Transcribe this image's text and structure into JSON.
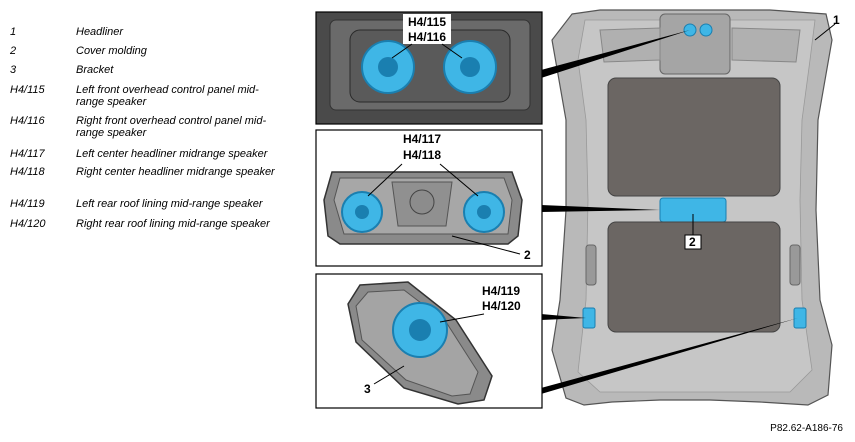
{
  "legend": [
    {
      "code": "1",
      "desc": "Headliner"
    },
    {
      "code": "2",
      "desc": "Cover molding"
    },
    {
      "code": "3",
      "desc": "Bracket"
    },
    {
      "code": "H4/115",
      "desc": "Left front overhead control panel mid-range speaker"
    },
    {
      "code": "H4/116",
      "desc": "Right front overhead control panel mid-range speaker"
    },
    {
      "code": "H4/117",
      "desc": "Left center headliner midrange speaker"
    },
    {
      "code": "H4/118",
      "desc": "Right center headliner midrange speaker"
    },
    {
      "code": "H4/119",
      "desc": "Left rear roof lining mid-range speaker"
    },
    {
      "code": "H4/120",
      "desc": "Right rear roof lining mid-range speaker"
    }
  ],
  "callouts": {
    "panel1_a": "H4/115",
    "panel1_b": "H4/116",
    "panel2_a": "H4/117",
    "panel2_b": "H4/118",
    "panel2_num": "2",
    "panel3_a": "H4/119",
    "panel3_b": "H4/120",
    "panel3_num": "3",
    "headliner_num": "1",
    "molding_num": "2"
  },
  "drawing_id": "P82.62-A186-76",
  "colors": {
    "speaker": "#3fb6e6",
    "speaker_dark": "#1a7fb0",
    "panel_bg": "#5a5a5a",
    "headliner": "#b9b9b9",
    "roof_glass": "#6b6663"
  }
}
